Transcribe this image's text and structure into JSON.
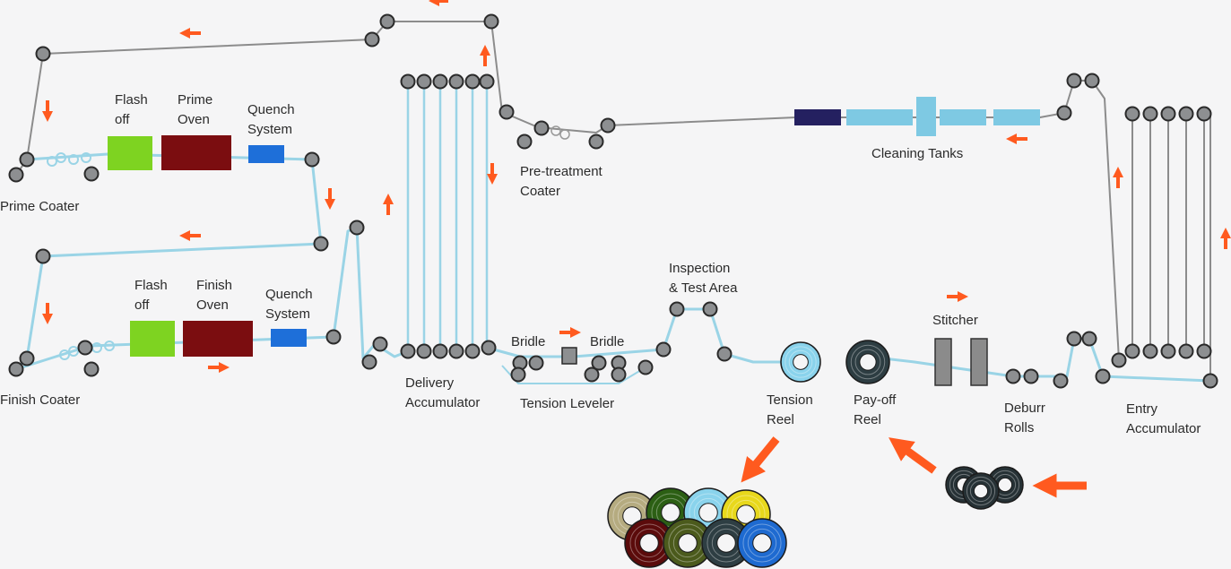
{
  "labels": {
    "prime_coater": "Prime Coater",
    "flash_off_1": "Flash\noff",
    "prime_oven": "Prime\nOven",
    "quench_1": "Quench\nSystem",
    "finish_coater": "Finish Coater",
    "flash_off_2": "Flash\noff",
    "finish_oven": "Finish\nOven",
    "quench_2": "Quench\nSystem",
    "delivery_accumulator": "Delivery\nAccumulator",
    "pretreatment_coater": "Pre-treatment\nCoater",
    "cleaning_tanks": "Cleaning Tanks",
    "bridle_left": "Bridle",
    "bridle_right": "Bridle",
    "tension_leveler": "Tension Leveler",
    "inspection": "Inspection\n& Test Area",
    "tension_reel": "Tension\nReel",
    "payoff_reel": "Pay-off\nReel",
    "stitcher": "Stitcher",
    "deburr_rolls": "Deburr\nRolls",
    "entry_accumulator": "Entry\nAccumulator"
  },
  "colors": {
    "strip": "#9ad4e6",
    "strip_dark": "#7a7a7a",
    "roller_fill": "#8d8f91",
    "roller_stroke": "#2a2a2a",
    "arrow": "#ff5a1f",
    "flash_off": "#7ed321",
    "oven": "#7b0d10",
    "quench": "#1e6fd9",
    "cleaning_tank": "#7ec9e3",
    "cleaning_dark": "#242060",
    "stitcher": "#8b8b8b",
    "coil_blue": "#8ad3ec",
    "coil_dark": "#2d3d42"
  },
  "finished_coils": [
    "#b5ab80",
    "#2c5f14",
    "#8ad3ec",
    "#e8d81c",
    "#5b0b0b",
    "#4b5a1c",
    "#2e3e43",
    "#1e6ad0"
  ],
  "incoming_coils": [
    "#263135",
    "#263135",
    "#263135"
  ]
}
